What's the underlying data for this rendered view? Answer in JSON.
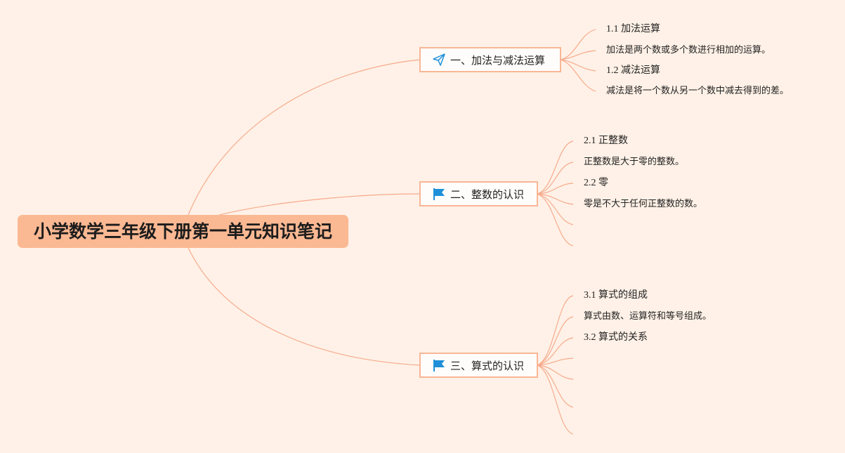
{
  "root": {
    "title": "小学数学三年级下册第一单元知识笔记"
  },
  "branches": [
    {
      "label": "一、加法与减法运算",
      "icon": "paper-plane-icon",
      "leaves": [
        "1.1 加法运算",
        "加法是两个数或多个数进行相加的运算。",
        "1.2 减法运算",
        "减法是将一个数从另一个数中减去得到的差。"
      ]
    },
    {
      "label": "二、整数的认识",
      "icon": "flag-icon",
      "leaves": [
        "2.1 正整数",
        "正整数是大于零的整数。",
        "2.2 零",
        "零是不大于任何正整数的数。"
      ]
    },
    {
      "label": "三、算式的认识",
      "icon": "flag-icon",
      "leaves": [
        "3.1 算式的组成",
        "算式由数、运算符和等号组成。",
        "3.2 算式的关系"
      ]
    }
  ],
  "colors": {
    "background": "#fff1e7",
    "root_fill": "#fbb993",
    "branch_border": "#f8b696",
    "edge": "#f6a98a",
    "icon_blue": "#1e8fd8"
  }
}
